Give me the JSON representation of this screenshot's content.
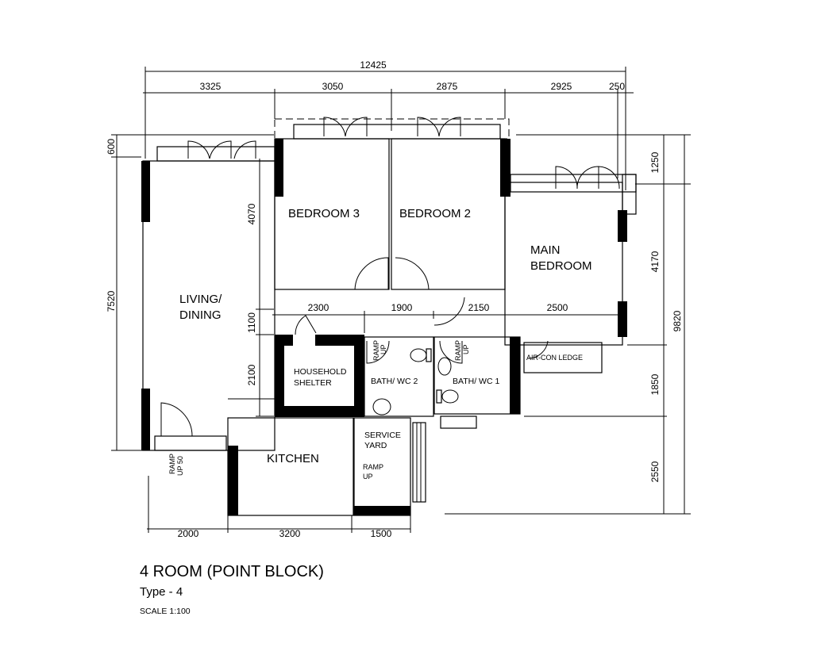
{
  "title": "4 ROOM (POINT BLOCK)",
  "type": "Type - 4",
  "scale": "SCALE 1:100",
  "dimensions": {
    "overall_width": "12425",
    "top": [
      "3325",
      "3050",
      "2875",
      "2925",
      "250"
    ],
    "left": [
      "600",
      "7520"
    ],
    "inner_left": [
      "4070",
      "1100",
      "2100"
    ],
    "right": [
      "1250",
      "4170",
      "1850",
      "2550"
    ],
    "overall_height": "9820",
    "middle": [
      "2300",
      "1900",
      "2150",
      "2500"
    ],
    "bottom": [
      "2000",
      "3200",
      "1500"
    ]
  },
  "rooms": {
    "living_1": "LIVING/",
    "living_2": "DINING",
    "bedroom3": "BEDROOM  3",
    "bedroom2": "BEDROOM  2",
    "main_1": "MAIN",
    "main_2": "BEDROOM",
    "shelter_1": "HOUSEHOLD",
    "shelter_2": "SHELTER",
    "bath2": "BATH/ WC  2",
    "bath1": "BATH/ WC  1",
    "aircon": "AIR-CON LEDGE",
    "kitchen": "KITCHEN",
    "service_1": "SERVICE",
    "service_2": "YARD"
  },
  "ramps": {
    "ramp": "RAMP",
    "up": "UP",
    "up50": "UP 50"
  }
}
